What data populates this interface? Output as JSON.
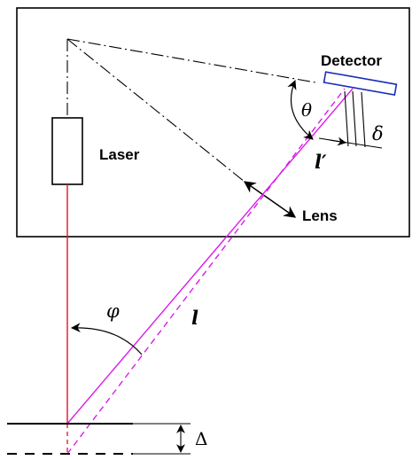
{
  "labels": {
    "laser": "Laser",
    "detector": "Detector",
    "lens": "Lens",
    "theta": "θ",
    "delta_small": "δ",
    "phi": "φ",
    "l_prime": "l′",
    "l": "l",
    "delta_big": "Δ"
  },
  "colors": {
    "outline": "#000000",
    "laser_beam": "#e8102a",
    "reflected_beam": "#d81ee8",
    "detector_fill": "#ffffff",
    "detector_stroke": "#1a2fb8"
  }
}
